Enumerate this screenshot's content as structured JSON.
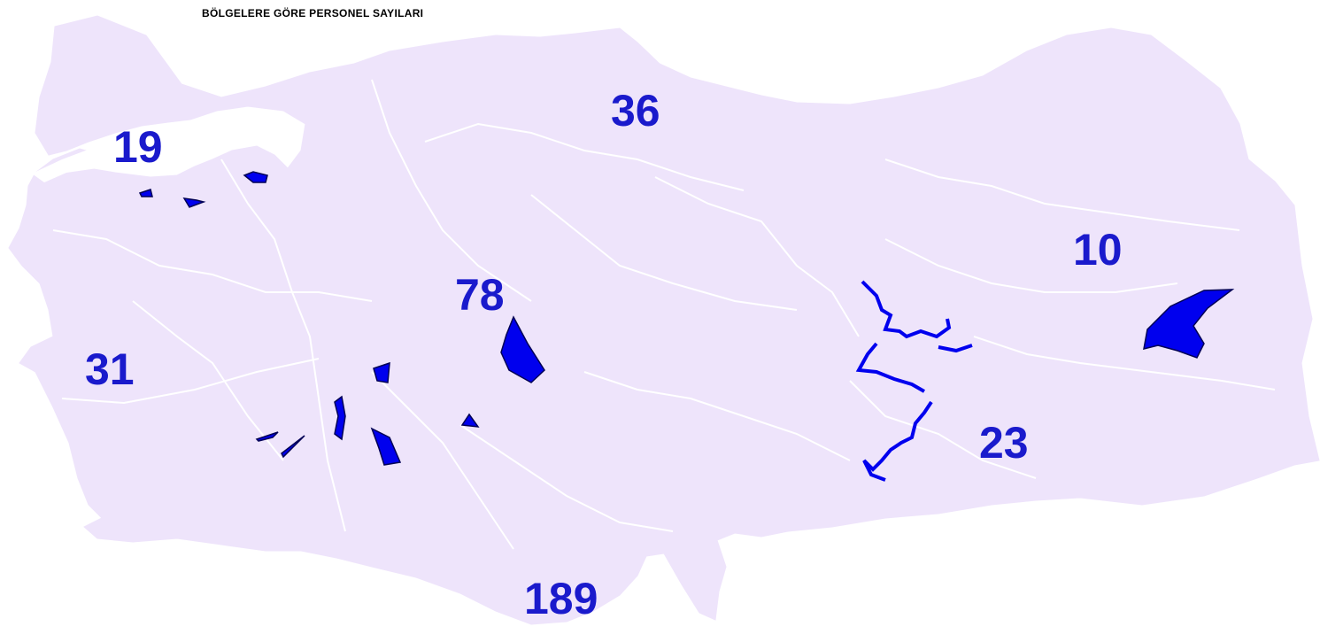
{
  "title": "BÖLGELERE GÖRE PERSONEL SAYILARI",
  "colors": {
    "land": "#eee4fb",
    "border": "#ffffff",
    "water": "#ffffff",
    "lake": "#0000ee",
    "lake_outline": "#000055",
    "label": "#1a1acc"
  },
  "regions": [
    {
      "id": "marmara",
      "label": "19"
    },
    {
      "id": "karadeniz",
      "label": "36"
    },
    {
      "id": "ic-anadolu",
      "label": "78"
    },
    {
      "id": "ege",
      "label": "31"
    },
    {
      "id": "dogu-anadolu",
      "label": "10"
    },
    {
      "id": "guneydogu-anadolu",
      "label": "23"
    },
    {
      "id": "akdeniz",
      "label": "189"
    }
  ]
}
